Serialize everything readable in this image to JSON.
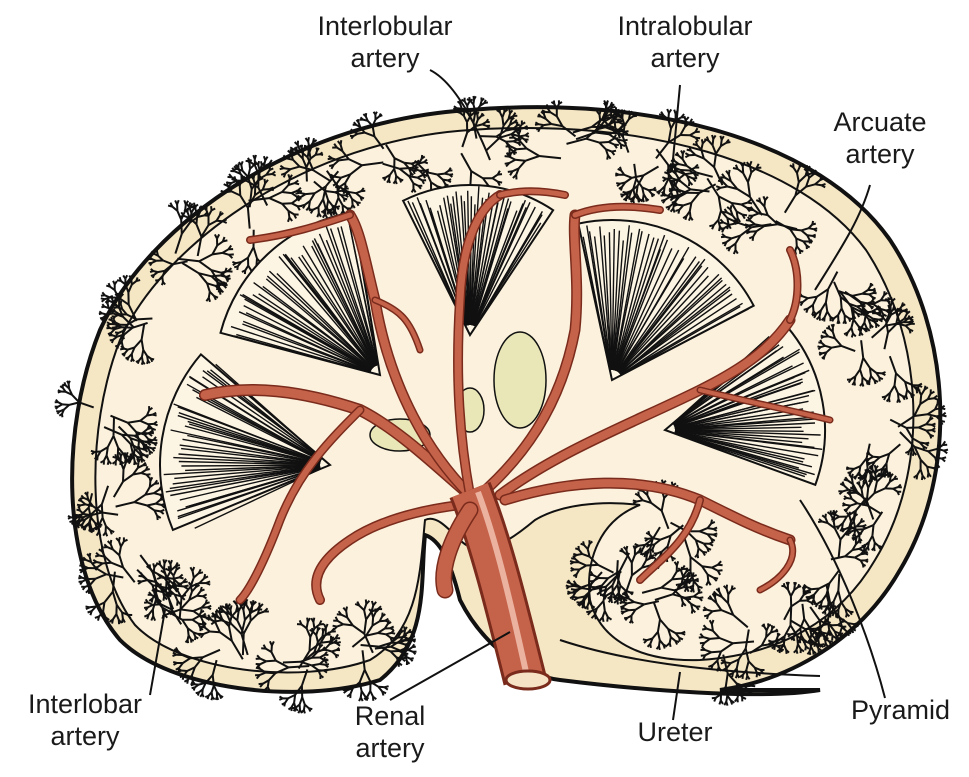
{
  "colors": {
    "capsule": "#f5e6c4",
    "cortex": "#fbf1dc",
    "pyramid": "#fdf5e4",
    "vessel": "#c5624a",
    "vessel_edge": "#7a2b1c",
    "vessel_highlight": "#f4c7b5",
    "fat": "#e9e7b7",
    "ink": "#111111"
  },
  "labels": {
    "interlobular": {
      "line1": "Interlobular",
      "line2": "artery"
    },
    "intralobular": {
      "line1": "Intralobular",
      "line2": "artery"
    },
    "arcuate": {
      "line1": "Arcuate",
      "line2": "artery"
    },
    "interlobar": {
      "line1": "Interlobar",
      "line2": "artery"
    },
    "renal": {
      "line1": "Renal",
      "line2": "artery"
    },
    "ureter": {
      "line1": "Ureter"
    },
    "pyramid": {
      "line1": "Pyramid"
    }
  }
}
